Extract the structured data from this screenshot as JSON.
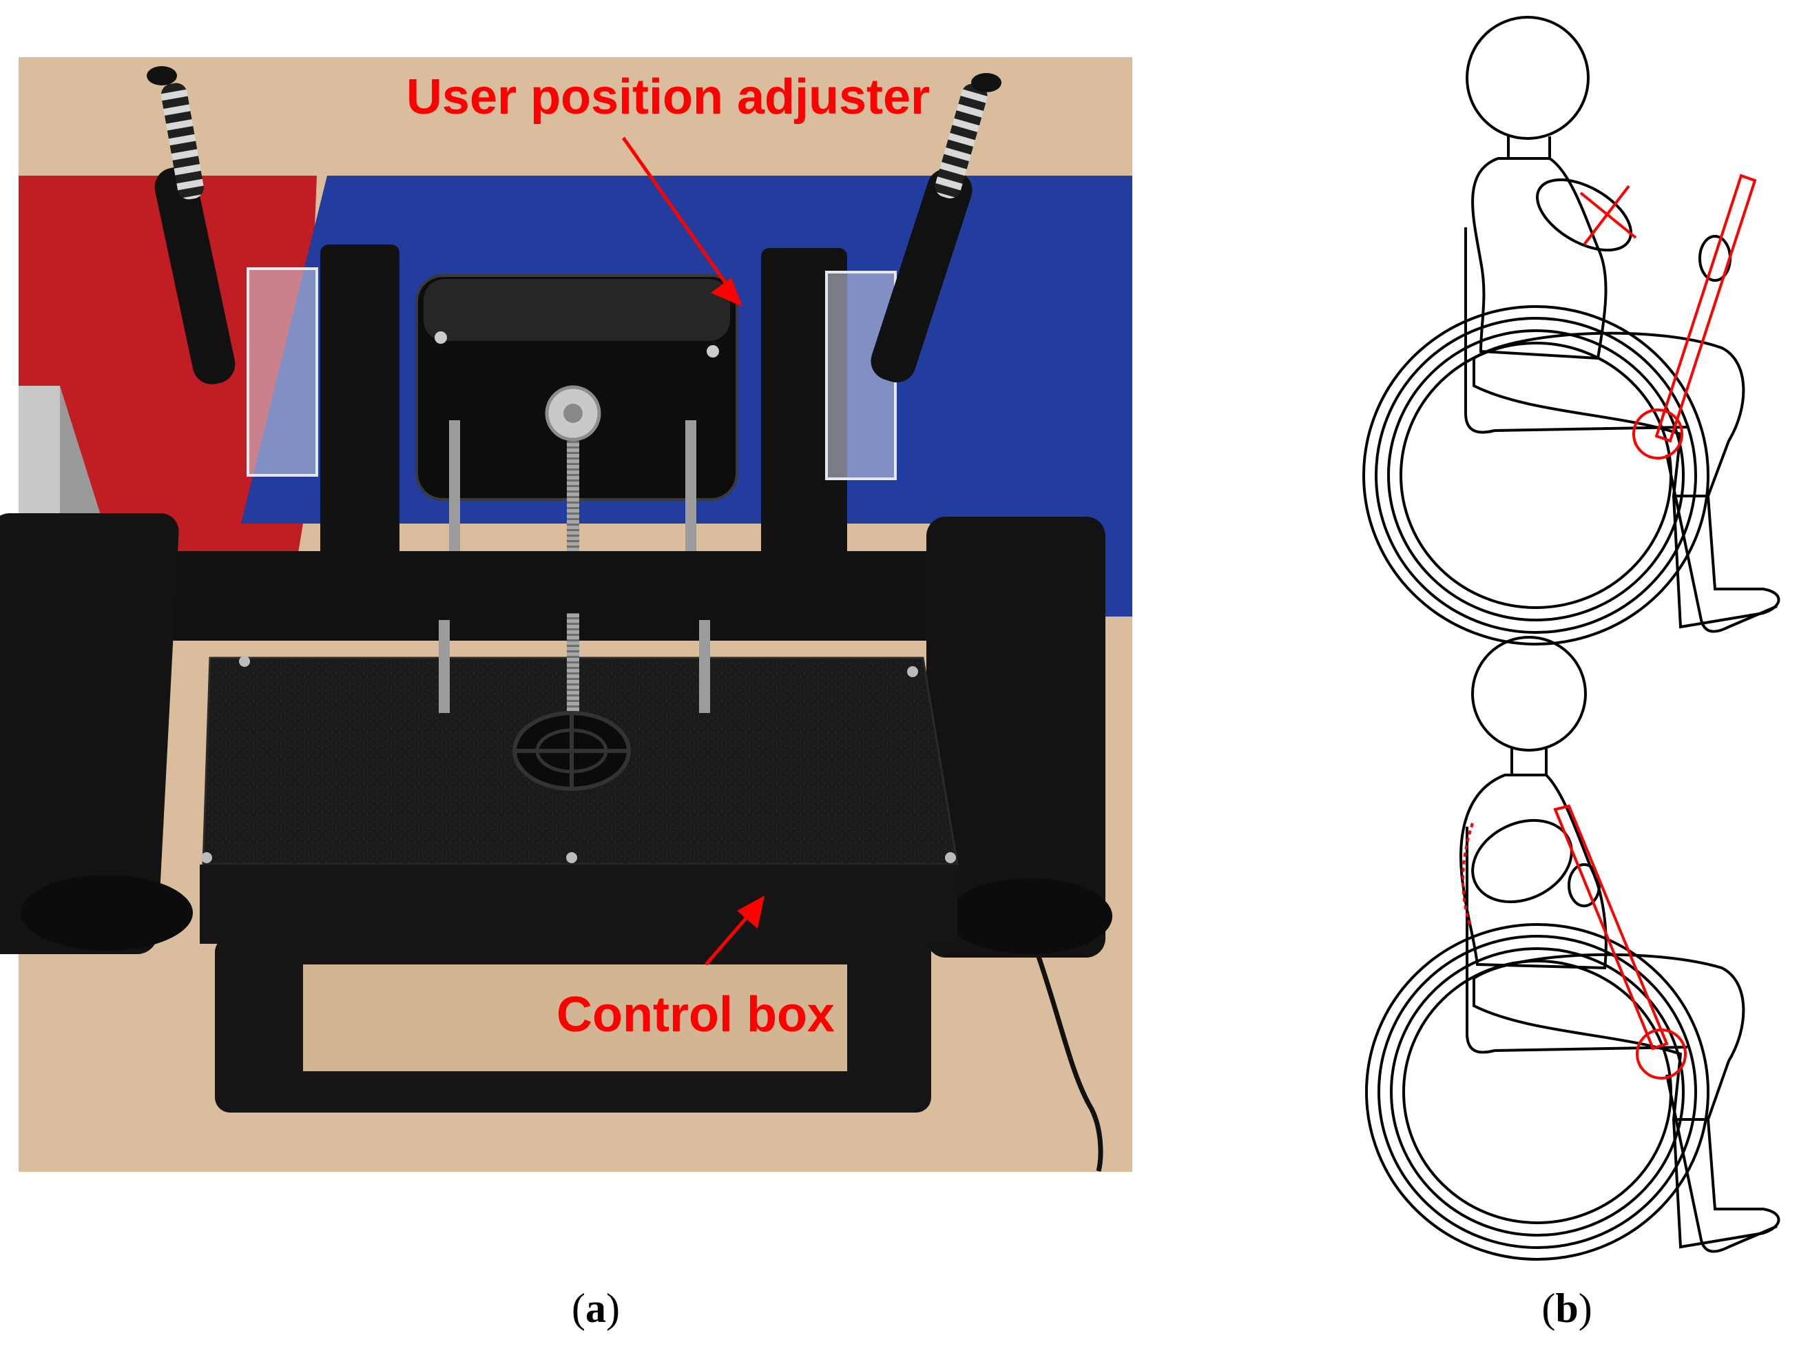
{
  "panel_a": {
    "label_letter": "a",
    "annotations": {
      "top": "User position adjuster",
      "bottom": "Control box"
    }
  },
  "panel_b": {
    "label_letter": "b"
  },
  "colors": {
    "annotation_red": "#ff0000",
    "floor_tan": "#d9bd9c",
    "mat_blue": "#233d9e",
    "mat_red": "#c01d25",
    "frame_black": "#141414"
  }
}
